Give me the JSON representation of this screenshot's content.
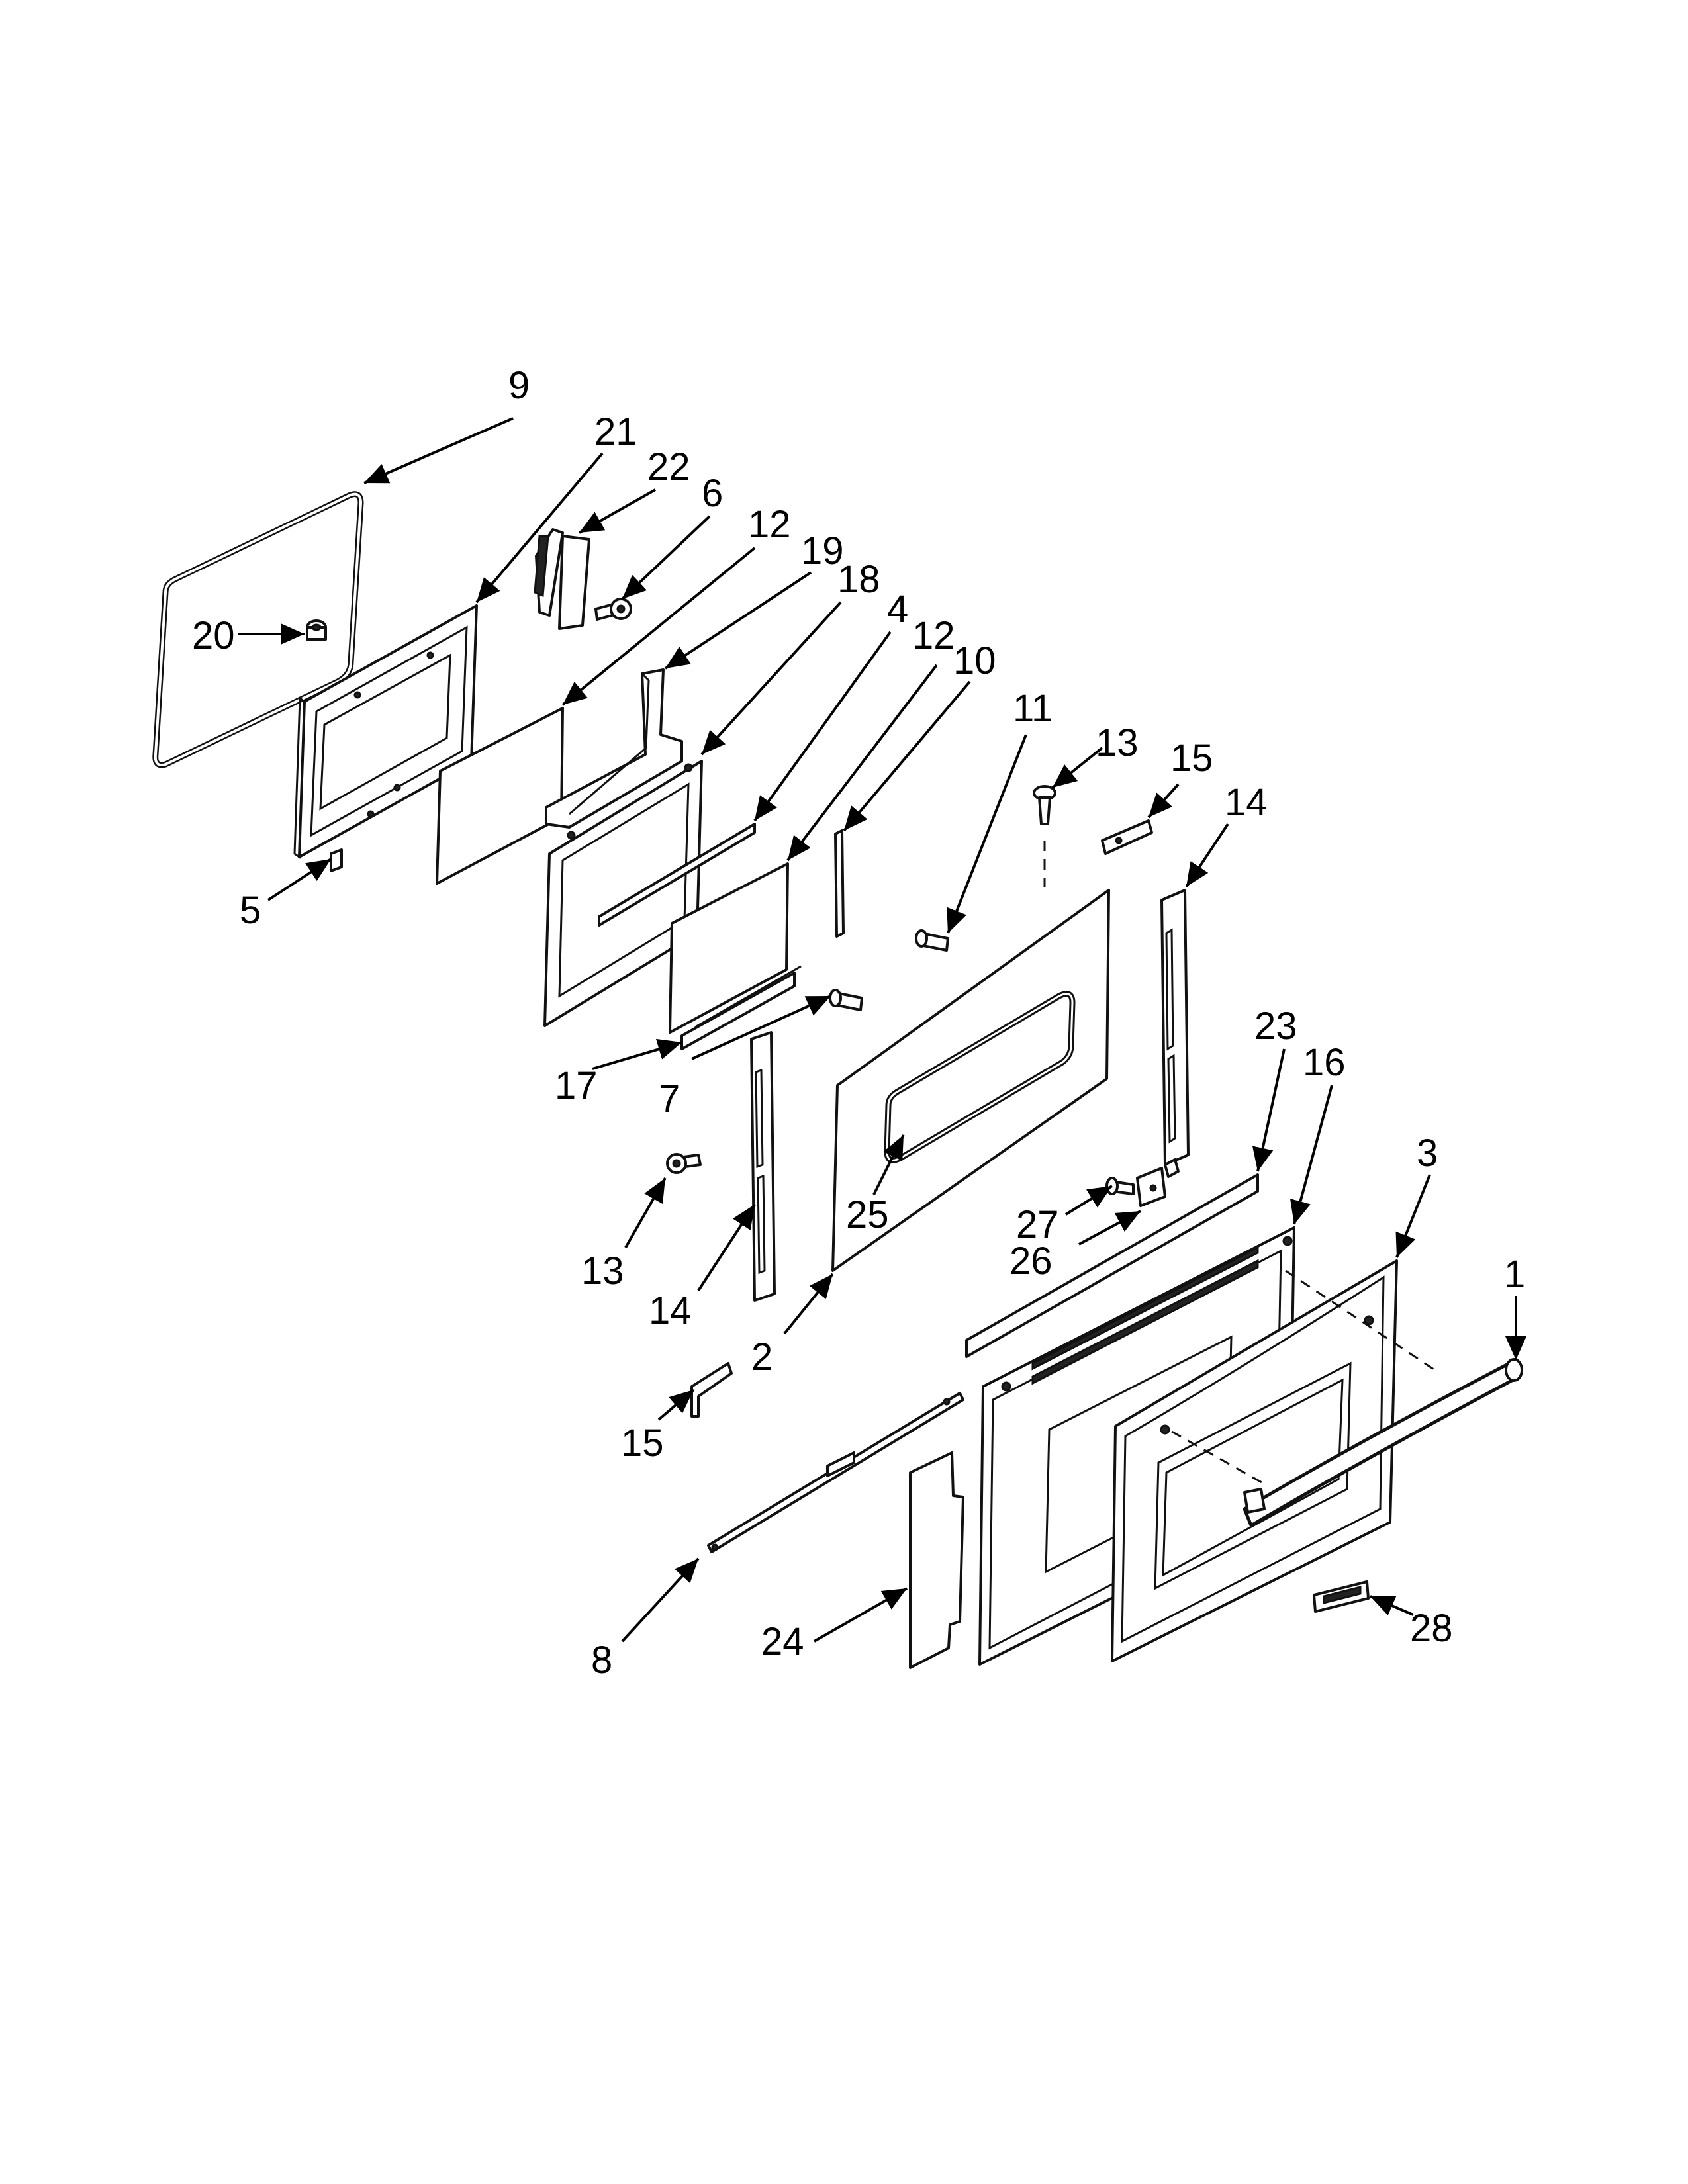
{
  "callouts": [
    {
      "id": "c9",
      "text": "9"
    },
    {
      "id": "c21",
      "text": "21"
    },
    {
      "id": "c22",
      "text": "22"
    },
    {
      "id": "c6",
      "text": "6"
    },
    {
      "id": "c12a",
      "text": "12"
    },
    {
      "id": "c19",
      "text": "19"
    },
    {
      "id": "c18",
      "text": "18"
    },
    {
      "id": "c4",
      "text": "4"
    },
    {
      "id": "c12b",
      "text": "12"
    },
    {
      "id": "c10",
      "text": "10"
    },
    {
      "id": "c11",
      "text": "11"
    },
    {
      "id": "c13a",
      "text": "13"
    },
    {
      "id": "c15a",
      "text": "15"
    },
    {
      "id": "c14a",
      "text": "14"
    },
    {
      "id": "c20",
      "text": "20"
    },
    {
      "id": "c5",
      "text": "5"
    },
    {
      "id": "c17",
      "text": "17"
    },
    {
      "id": "c7",
      "text": "7"
    },
    {
      "id": "c23",
      "text": "23"
    },
    {
      "id": "c16",
      "text": "16"
    },
    {
      "id": "c3",
      "text": "3"
    },
    {
      "id": "c25",
      "text": "25"
    },
    {
      "id": "c27",
      "text": "27"
    },
    {
      "id": "c26",
      "text": "26"
    },
    {
      "id": "c1",
      "text": "1"
    },
    {
      "id": "c13b",
      "text": "13"
    },
    {
      "id": "c14b",
      "text": "14"
    },
    {
      "id": "c2",
      "text": "2"
    },
    {
      "id": "c15b",
      "text": "15"
    },
    {
      "id": "c8",
      "text": "8"
    },
    {
      "id": "c24",
      "text": "24"
    },
    {
      "id": "c28",
      "text": "28"
    }
  ]
}
